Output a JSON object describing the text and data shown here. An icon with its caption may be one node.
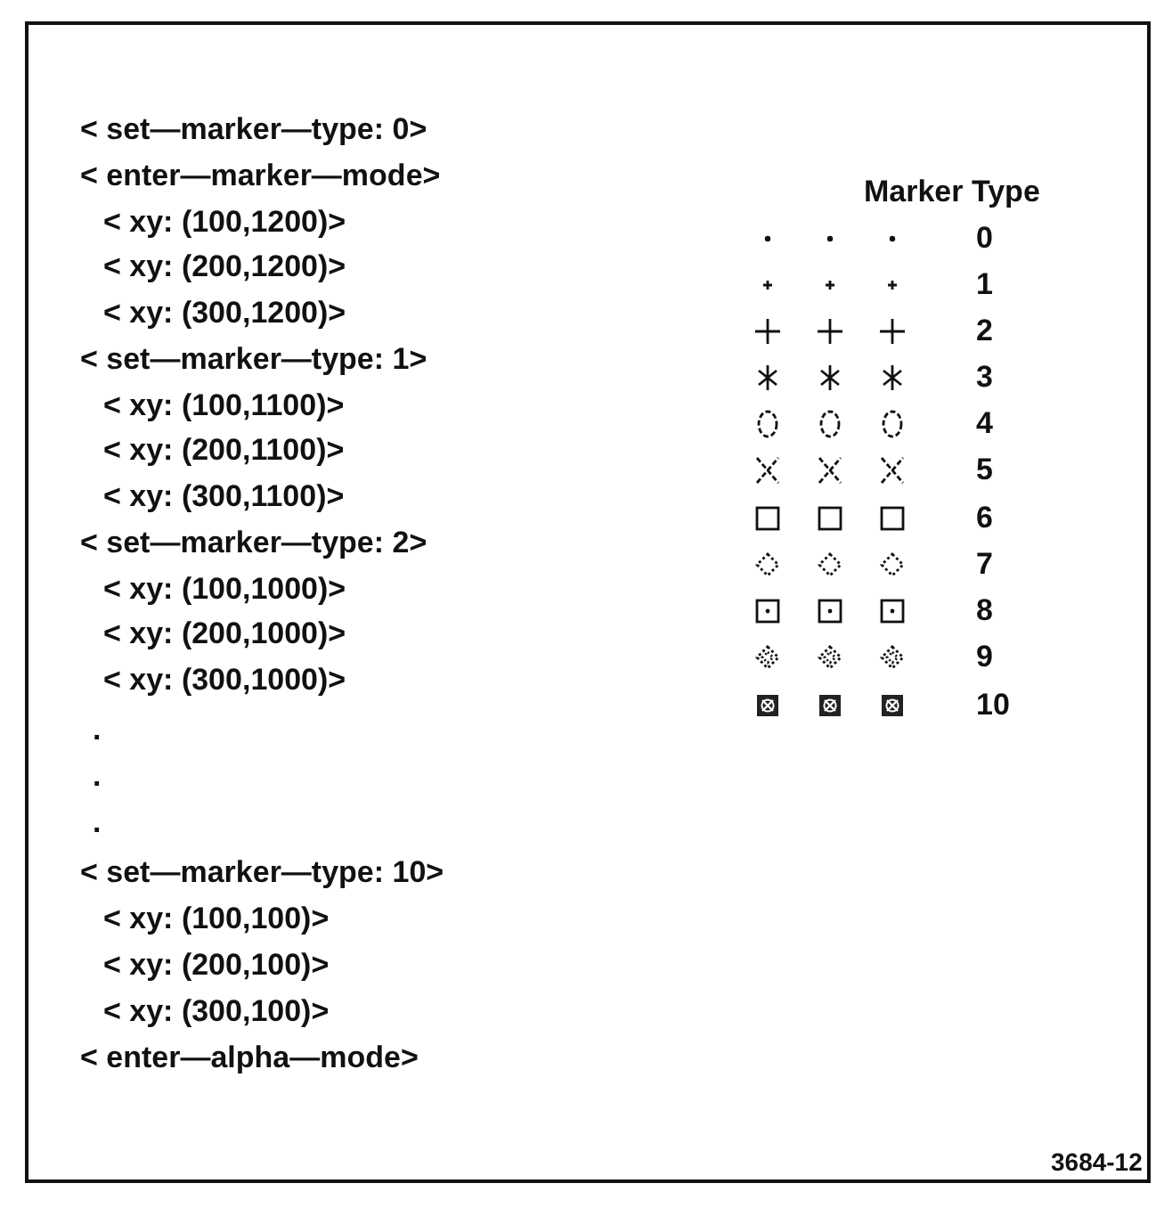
{
  "diagram": {
    "labels": [
      "< set—marker—type: 0>",
      "< enter—marker—mode>",
      "< xy: (100,1200)>",
      "< xy: (200,1200)>",
      "< xy: (300,1200)>",
      "< set—marker—type: 1>",
      "< xy: (100,1100)>",
      "< xy: (200,1100)>",
      "< xy: (300,1100)>",
      "< set—marker—type: 2>",
      "< xy: (100,1000)>",
      "< xy: (200,1000)>",
      "< xy: (300,1000)>",
      ".",
      ".",
      ".",
      "< set—marker—type: 10>",
      "< xy: (100,100)>",
      "< xy: (200,100)>",
      "< xy: (300,100)>",
      "< enter—alpha—mode>",
      "Marker Type",
      "0",
      "1",
      "2",
      "3",
      "4",
      "5",
      "6",
      "7",
      "8",
      "9",
      "10",
      "3684-12"
    ]
  }
}
